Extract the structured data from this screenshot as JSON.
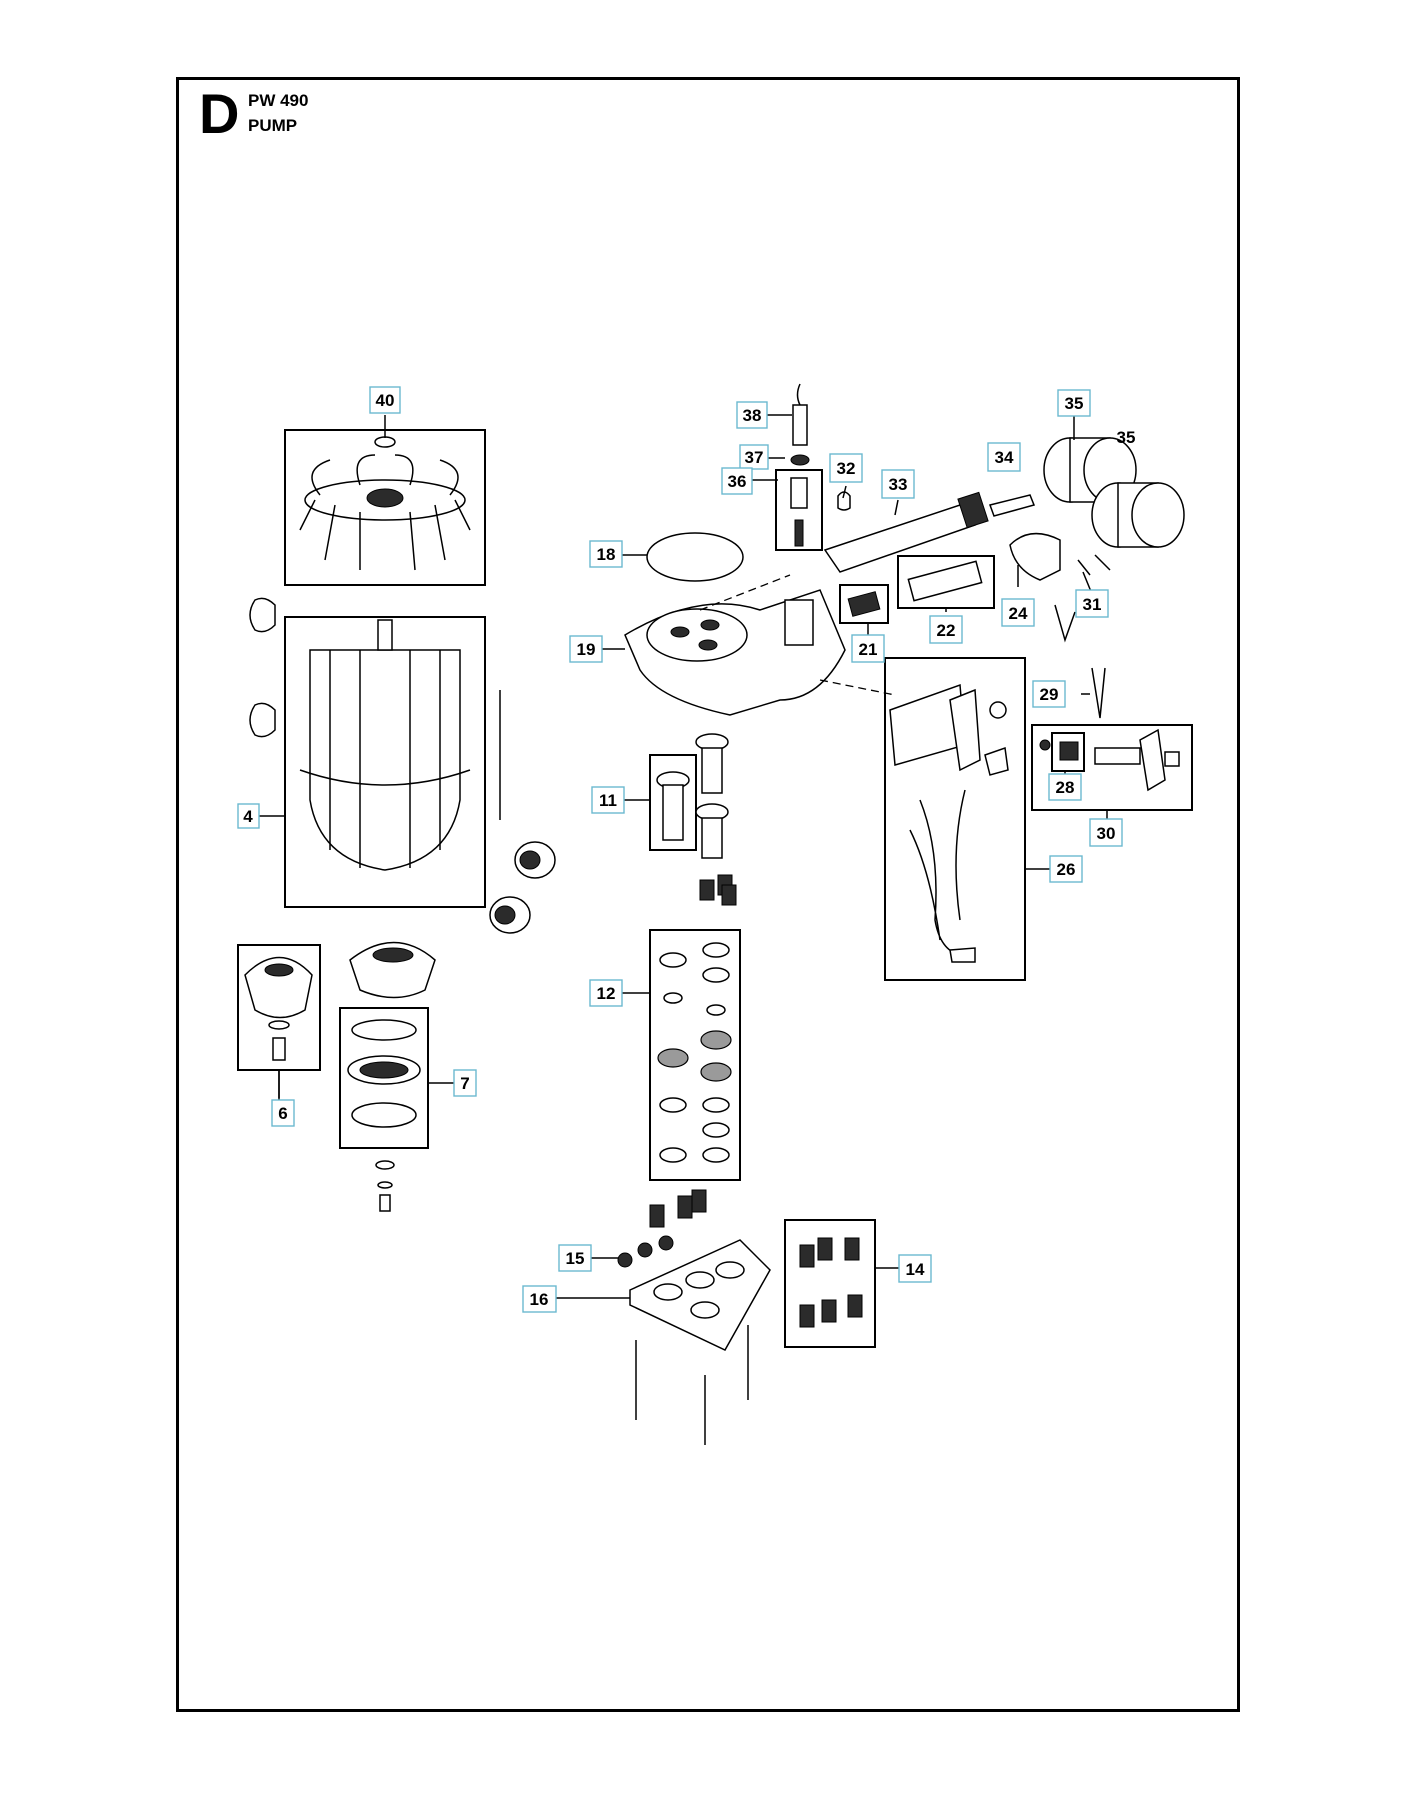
{
  "section": {
    "letter": "D",
    "model": "PW 490",
    "name": "PUMP"
  },
  "callouts": [
    {
      "id": "40",
      "label": "40"
    },
    {
      "id": "38",
      "label": "38"
    },
    {
      "id": "37",
      "label": "37"
    },
    {
      "id": "36",
      "label": "36"
    },
    {
      "id": "32",
      "label": "32"
    },
    {
      "id": "33",
      "label": "33"
    },
    {
      "id": "34",
      "label": "34"
    },
    {
      "id": "35",
      "label": "35"
    },
    {
      "id": "18",
      "label": "18"
    },
    {
      "id": "24",
      "label": "24"
    },
    {
      "id": "31",
      "label": "31"
    },
    {
      "id": "21",
      "label": "21"
    },
    {
      "id": "22",
      "label": "22"
    },
    {
      "id": "19",
      "label": "19"
    },
    {
      "id": "29",
      "label": "29"
    },
    {
      "id": "28",
      "label": "28"
    },
    {
      "id": "30",
      "label": "30"
    },
    {
      "id": "11",
      "label": "11"
    },
    {
      "id": "4",
      "label": "4"
    },
    {
      "id": "26",
      "label": "26"
    },
    {
      "id": "12",
      "label": "12"
    },
    {
      "id": "7",
      "label": "7"
    },
    {
      "id": "6",
      "label": "6"
    },
    {
      "id": "15",
      "label": "15"
    },
    {
      "id": "14",
      "label": "14"
    },
    {
      "id": "16",
      "label": "16"
    }
  ],
  "plain_labels": [
    {
      "id": "35b",
      "label": "35"
    }
  ]
}
